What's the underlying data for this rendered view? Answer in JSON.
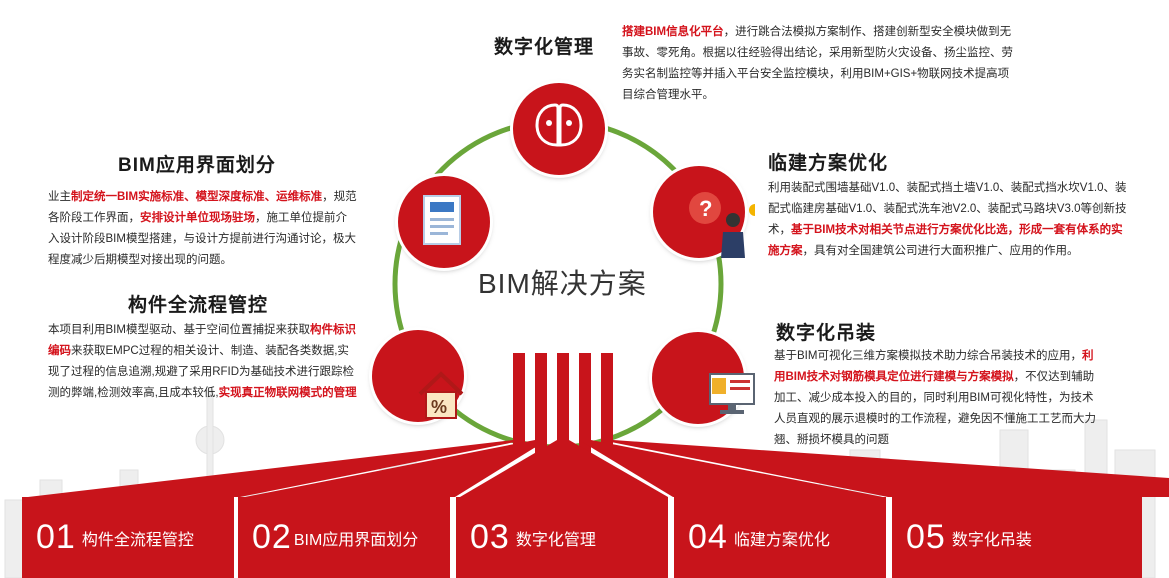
{
  "center": {
    "title": "BIM解决方案"
  },
  "sections": {
    "digital_management": {
      "title": "数字化管理",
      "desc": [
        {
          "t": "搭建BIM信息化平台",
          "hl": true
        },
        {
          "t": "，进行跳合法模拟方案制作、搭建创新型安全模块做到无事故、零死角。根据以往经验得出结论，采用新型防火灾设备、扬尘监控、劳务实名制监控等并插入平台安全监控模块，利用BIM+GIS+物联网技术提高项目综合管理水平。",
          "hl": false
        }
      ]
    },
    "bim_interface": {
      "title": "BIM应用界面划分",
      "desc": [
        {
          "t": "业主",
          "hl": false
        },
        {
          "t": "制定统一BIM实施标准、模型深度标准、运维标准",
          "hl": true
        },
        {
          "t": "，规范各阶段工作界面，",
          "hl": false
        },
        {
          "t": "安排设计单位现场驻场",
          "hl": true
        },
        {
          "t": "，施工单位提前介入设计阶段BIM模型搭建，与设计方提前进行沟通讨论，极大程度减少后期模型对接出现的问题。",
          "hl": false
        }
      ]
    },
    "temp_construction": {
      "title": "临建方案优化",
      "desc": [
        {
          "t": "利用装配式围墙基础V1.0、装配式挡土墙V1.0、装配式挡水坎V1.0、装配式临建房基础V1.0、装配式洗车池V2.0、装配式马路块V3.0等创新技术，",
          "hl": false
        },
        {
          "t": "基于BIM技术对相关节点进行方案优化比选，形成一套有体系的实施方案",
          "hl": true
        },
        {
          "t": "，具有对全国建筑公司进行大面积推广、应用的作用。",
          "hl": false
        }
      ]
    },
    "component_process": {
      "title": "构件全流程管控",
      "desc": [
        {
          "t": "本项目利用BIM模型驱动、基于空间位置捕捉来获取",
          "hl": false
        },
        {
          "t": "构件标识编码",
          "hl": true
        },
        {
          "t": "来获取EMPC过程的相关设计、制造、装配各类数据,实现了过程的信息追溯,规避了采用RFID为基础技术进行跟踪检测的弊端,检测效率高,且成本较低,",
          "hl": false
        },
        {
          "t": "实现真正物联网模式的管理",
          "hl": true
        }
      ]
    },
    "digital_hoisting": {
      "title": "数字化吊装",
      "desc": [
        {
          "t": "基于BIM可视化三维方案模拟技术助力综合吊装技术的应用，",
          "hl": false
        },
        {
          "t": "利用BIM技术对钢筋模具定位进行建模与方案模拟",
          "hl": true
        },
        {
          "t": "，不仅达到辅助加工、减少成本投入的目的，同时利用BIM可视化特性，为技术人员直观的展示退模时的工作流程，避免因不懂施工工艺而大力翘、掰损坏模具的问题",
          "hl": false
        }
      ]
    }
  },
  "tabs": [
    {
      "num": "01",
      "label": "构件全流程管控"
    },
    {
      "num": "02",
      "label": "BIM应用界面划分"
    },
    {
      "num": "03",
      "label": "数字化管理"
    },
    {
      "num": "04",
      "label": "临建方案优化"
    },
    {
      "num": "05",
      "label": "数字化吊装"
    }
  ],
  "icons": {
    "top": "two-heads-icon",
    "upper_left": "document-icon",
    "upper_right": "question-person-icon",
    "lower_left": "percent-house-icon",
    "lower_right": "monitor-icon"
  },
  "colors": {
    "accent": "#c8141b",
    "ring": "#6aa63a",
    "text": "#222222"
  }
}
